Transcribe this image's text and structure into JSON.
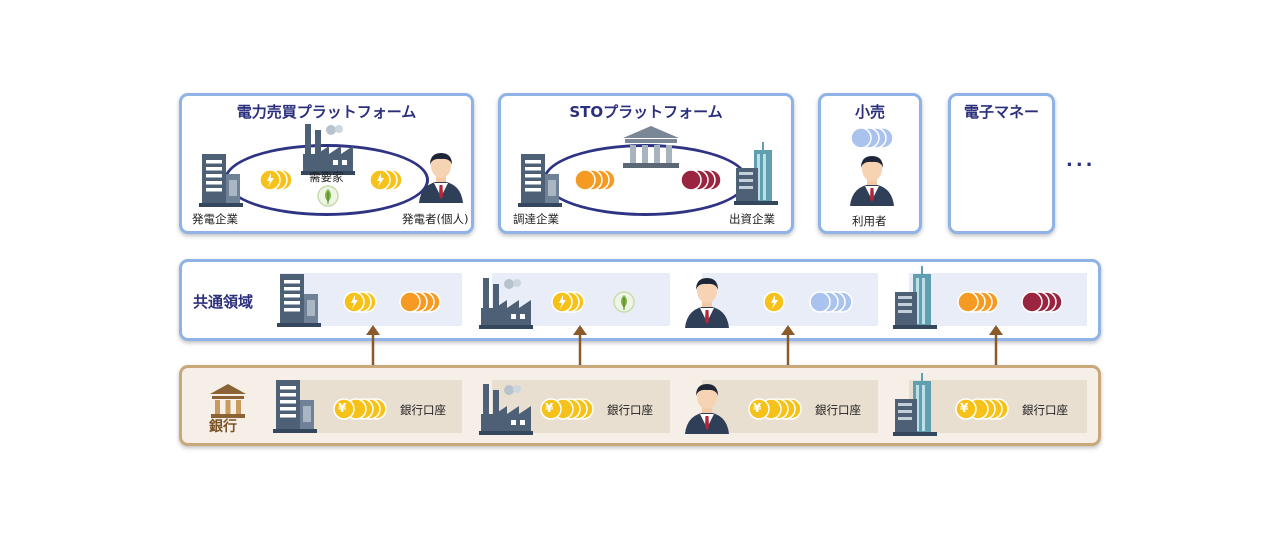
{
  "platforms": {
    "power": {
      "title": "電力売買プラットフォーム",
      "left_label": "発電企業",
      "center_label": "需要家",
      "right_label": "発電者(個人)"
    },
    "sto": {
      "title": "STOプラットフォーム",
      "left_label": "調達企業",
      "right_label": "出資企業"
    },
    "retail": {
      "title": "小売",
      "label": "利用者"
    },
    "emoney": {
      "title": "電子マネー"
    },
    "more": "..."
  },
  "common": {
    "label": "共通領域"
  },
  "bank": {
    "label": "銀行",
    "account_label": "銀行口座",
    "yen_symbol": "¥"
  },
  "colors": {
    "panel_border": "#8fb3e6",
    "bank_border": "#c9a87a",
    "bank_fill": "#f5efe7",
    "title": "#2b2f7c",
    "arrow": "#8a5a2b",
    "coin_yellow": "#f6c21a",
    "coin_orange": "#f59a23",
    "coin_crimson": "#9a2540",
    "coin_blue": "#a9c3ee",
    "coin_green": "#8bc34a"
  }
}
